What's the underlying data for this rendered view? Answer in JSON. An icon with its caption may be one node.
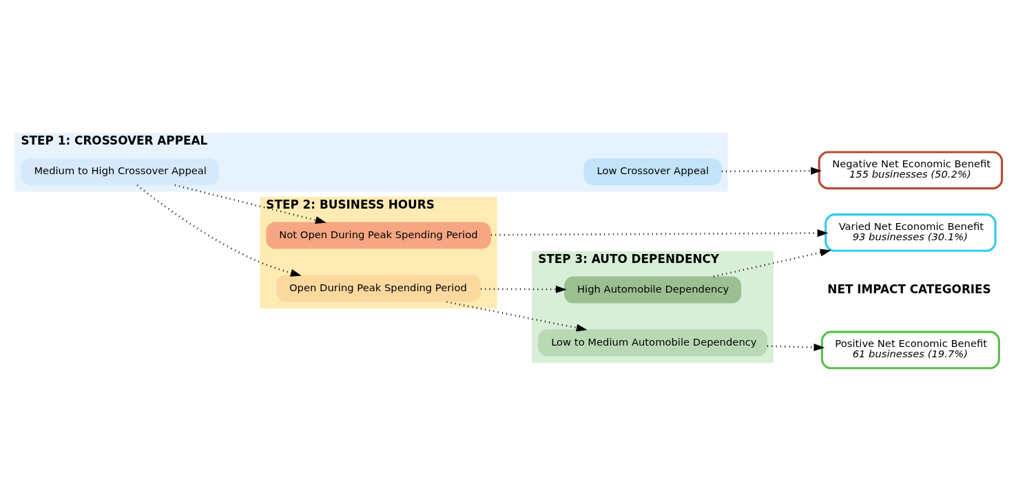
{
  "diagram": {
    "nodes": [
      {
        "text": [
          "STEP 1: CROSSOVER APPEAL"
        ]
      },
      {
        "text": [
          "Medium to High Crossover Appeal"
        ],
        "in": 0
      },
      {
        "text": [
          "Low Crossover Appeal"
        ],
        "in": 0
      },
      {
        "text": [
          "STEP 2: BUSINESS HOURS"
        ]
      },
      {
        "text": [
          "Open During Peak Spending Period"
        ],
        "in": 3
      },
      {
        "text": [
          "Not Open During Peak Spending Period"
        ],
        "in": 3
      },
      {
        "text": [
          "STEP 3: AUTO DEPENDENCY"
        ]
      },
      {
        "text": [
          "Low to Medium Automobile Dependency"
        ],
        "in": 6
      },
      {
        "text": [
          "High Automobile Dependency"
        ],
        "in": 6
      },
      {
        "text": [
          "Positive Net Economic Benefit",
          "61 businesses (19.7%)"
        ]
      },
      {
        "text": [
          "Varied Net Economic Benefit",
          "93 businesses (30.1%)"
        ]
      },
      {
        "text": [
          "Negative Net Economic Benefit",
          "155 businesses (50.2%)"
        ]
      }
    ],
    "edges": [
      {
        "from": 1,
        "to": 4,
        "arrow": "to"
      },
      {
        "from": 1,
        "to": 5,
        "arrow": "to"
      },
      {
        "from": 4,
        "to": 7,
        "arrow": "to"
      },
      {
        "from": 4,
        "to": 8,
        "arrow": "to"
      },
      {
        "from": 7,
        "to": 9,
        "arrow": "to"
      },
      {
        "from": 8,
        "to": 10,
        "arrow": "to"
      },
      {
        "from": 5,
        "to": 10,
        "arrow": "to"
      },
      {
        "from": 2,
        "to": 11,
        "arrow": "to"
      }
    ],
    "labels": [
      "NET IMPACT CATEGORIES"
    ]
  }
}
